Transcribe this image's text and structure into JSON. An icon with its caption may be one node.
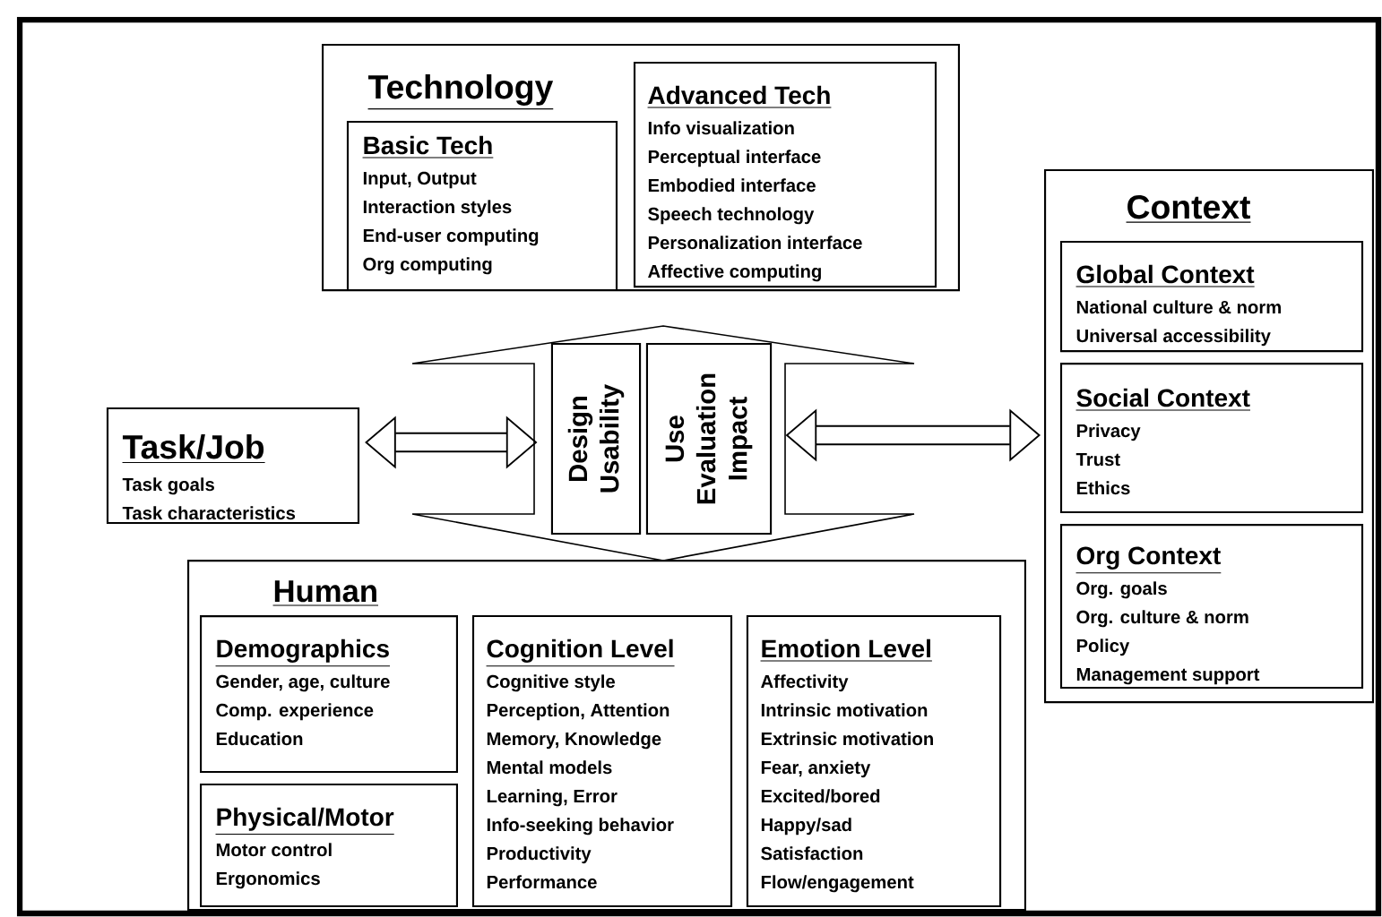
{
  "diagram": {
    "nodes": [
      {
        "text": [
          "Technology"
        ]
      },
      {
        "text": [
          "Basic Tech",
          "Input, Output",
          "Interaction styles",
          "End-user computing",
          "Org computing"
        ],
        "in": 0
      },
      {
        "text": [
          "Advanced Tech",
          "Info visualization",
          "Perceptual interface",
          "Embodied interface",
          "Speech technology",
          "Personalization interface",
          "Affective computing"
        ],
        "in": 0
      },
      {
        "text": [
          "Context"
        ]
      },
      {
        "text": [
          "Global Context",
          "National culture & norm",
          "Universal accessibility"
        ],
        "in": 3
      },
      {
        "text": [
          "Social Context",
          "Privacy",
          "Trust",
          "Ethics"
        ],
        "in": 3
      },
      {
        "text": [
          "Org Context",
          "Org. goals",
          "Org. culture & norm",
          "Policy",
          "Management support"
        ],
        "in": 3
      },
      {
        "text": [
          "Task/Job",
          "Task goals",
          "Task characteristics"
        ]
      },
      {
        "text": [],
        "shape": "hexagon"
      },
      {
        "text": [
          "Design",
          "Usability"
        ],
        "in": 8
      },
      {
        "text": [
          "Use",
          "Evaluation",
          "Impact"
        ],
        "in": 8
      },
      {
        "text": [
          "Human"
        ]
      },
      {
        "text": [
          "Demographics",
          "Gender, age, culture",
          "Comp. experience",
          "Education"
        ],
        "in": 11
      },
      {
        "text": [
          "Physical/Motor",
          "Motor control",
          "Ergonomics"
        ],
        "in": 11
      },
      {
        "text": [
          "Cognition Level",
          "Cognitive style",
          "Perception, Attention",
          "Memory, Knowledge",
          "Mental models",
          "Learning, Error",
          "Info-seeking behavior",
          "Productivity",
          "Performance"
        ],
        "in": 11
      },
      {
        "text": [
          "Emotion Level",
          "Affectivity",
          "Intrinsic motivation",
          "Extrinsic motivation",
          "Fear, anxiety",
          "Excited/bored",
          "Happy/sad",
          "Satisfaction",
          "Flow/engagement"
        ],
        "in": 11
      }
    ],
    "edges": [
      {
        "from": 7,
        "to": 8,
        "arrow": "both"
      },
      {
        "from": 8,
        "to": 3,
        "arrow": "both"
      }
    ]
  }
}
